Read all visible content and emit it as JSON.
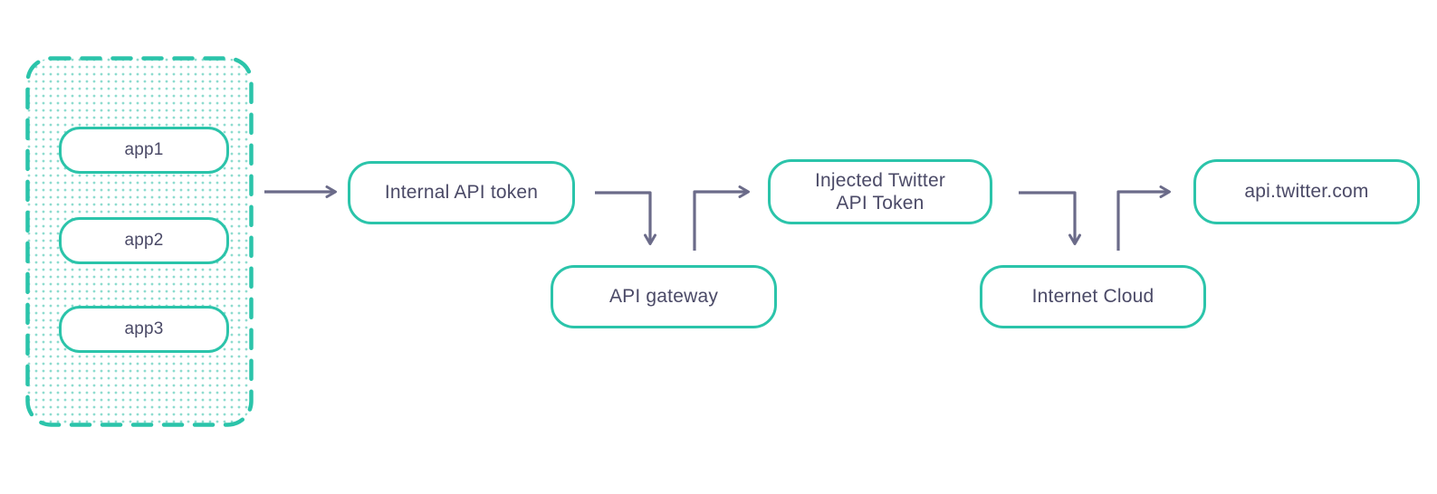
{
  "diagram": {
    "type": "flowchart",
    "colors": {
      "accent_teal": "#2bc4aa",
      "dot_fill": "#8edccf",
      "arrow": "#6b6b89",
      "text": "#4b4a67",
      "background": "#ffffff"
    },
    "apps_group": {
      "border_style": "dashed",
      "fill_pattern": "teal-dots",
      "items": [
        {
          "label": "app1"
        },
        {
          "label": "app2"
        },
        {
          "label": "app3"
        }
      ]
    },
    "nodes": [
      {
        "id": "internal-api-token",
        "label": "Internal API token"
      },
      {
        "id": "api-gateway",
        "label": "API gateway"
      },
      {
        "id": "injected-twitter-api-token",
        "label": "Injected Twitter\nAPI Token"
      },
      {
        "id": "internet-cloud",
        "label": "Internet Cloud"
      },
      {
        "id": "api-twitter-com",
        "label": "api.twitter.com"
      }
    ],
    "edges": [
      {
        "from": "apps-group",
        "to": "internal-api-token",
        "shape": "straight-right"
      },
      {
        "from": "internal-api-token",
        "to": "api-gateway",
        "shape": "elbow-right-down"
      },
      {
        "from": "api-gateway",
        "to": "injected-twitter-api-token",
        "shape": "elbow-up-right"
      },
      {
        "from": "injected-twitter-api-token",
        "to": "internet-cloud",
        "shape": "elbow-right-down"
      },
      {
        "from": "internet-cloud",
        "to": "api-twitter-com",
        "shape": "elbow-up-right"
      }
    ]
  }
}
